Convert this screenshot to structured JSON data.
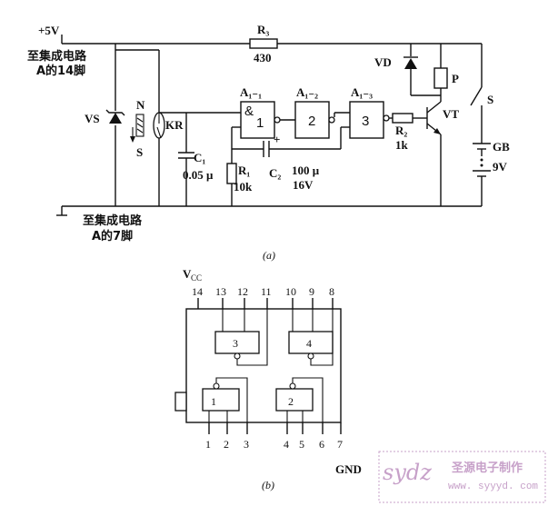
{
  "circuit_a": {
    "supply": "+5V",
    "supply_note_1": "至集成电路",
    "supply_note_2": "A的14脚",
    "ground_note_1": "至集成电路",
    "ground_note_2": "A的7脚",
    "r3_name": "R₃",
    "r3_value": "430",
    "vs": "VS",
    "magnet_n": "N",
    "magnet_s": "S",
    "reed": "KR",
    "c1_name": "C₁",
    "c1_value": "0.05 μ",
    "a11": "A₁₋₁",
    "a12": "A₁₋₂",
    "a13": "A₁₋₃",
    "gate_and": "&",
    "g1": "1",
    "g2": "2",
    "g3": "3",
    "r1_name": "R₁",
    "r1_value": "10k",
    "c2_plus": "+",
    "c2_name": "C₂",
    "c2_value_1": "100 μ",
    "c2_value_2": "16V",
    "r2_name": "R₂",
    "r2_value": "1k",
    "vd": "VD",
    "relay": "P",
    "transistor": "VT",
    "switch": "S",
    "battery_name": "GB",
    "battery_value": "9V",
    "caption": "(a)"
  },
  "ic_b": {
    "vcc": "V",
    "vcc_sub": "CC",
    "gnd": "GND",
    "top_pins": [
      "14",
      "13",
      "12",
      "11",
      "10",
      "9",
      "8"
    ],
    "bottom_pins": [
      "1",
      "2",
      "3",
      "4",
      "5",
      "6",
      "7"
    ],
    "gate3": "3",
    "gate4": "4",
    "gate1": "1",
    "gate2": "2",
    "caption": "(b)"
  },
  "watermark": {
    "logo": "sydz",
    "name": "圣源电子制作",
    "url": "www. syyyd. com"
  }
}
